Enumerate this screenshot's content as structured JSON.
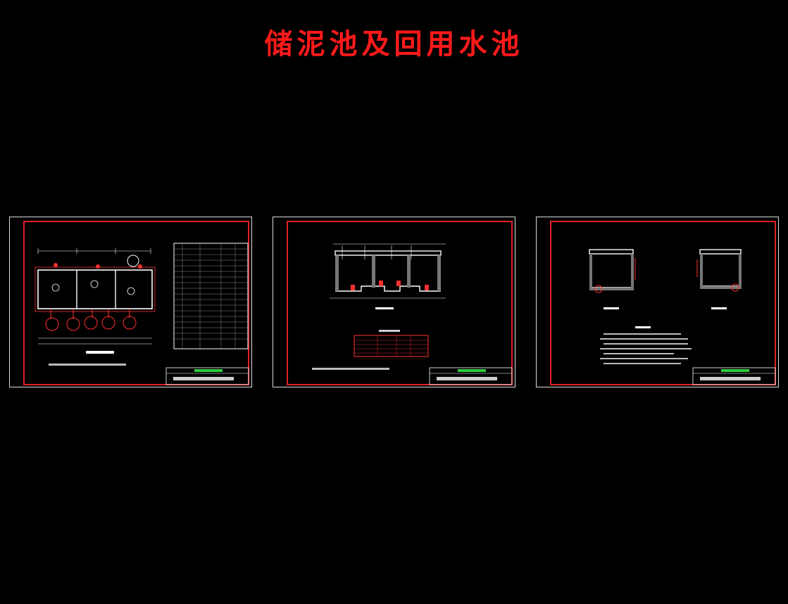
{
  "title": "储泥池及回用水池",
  "sheets": [
    {
      "id": "sheet-1",
      "kind": "plan"
    },
    {
      "id": "sheet-2",
      "kind": "section"
    },
    {
      "id": "sheet-3",
      "kind": "section-details"
    }
  ],
  "colors": {
    "background": "#000000",
    "title": "#ff1a1a",
    "frame_outer": "#dddddd",
    "frame_inner": "#e0202a",
    "linework": "#ffffff",
    "rebar": "#ff3030",
    "highlight": "#2ecc40"
  }
}
